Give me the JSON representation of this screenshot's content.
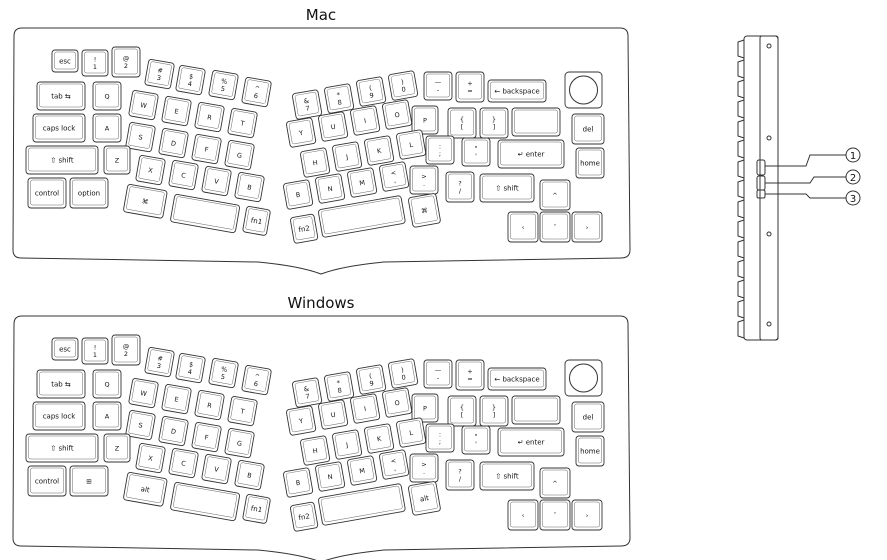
{
  "mac": {
    "title": "Mac",
    "rows": {
      "r1_left": [
        "esc",
        "!|1",
        "@|2",
        "#|3",
        "$|4",
        "%|5",
        "^|6"
      ],
      "r1_right": [
        "&|7",
        "*|8",
        "(|9",
        ")|0",
        "—|-",
        "+|=",
        "← backspace"
      ],
      "r2_left": [
        "tab ⇆",
        "Q",
        "W",
        "E",
        "R",
        "T"
      ],
      "r2_right": [
        "Y",
        "U",
        "I",
        "O",
        "P",
        "{|[",
        "}|]",
        "||\\"
      ],
      "r3_left": [
        "caps lock",
        "A",
        "S",
        "D",
        "F",
        "G"
      ],
      "r3_right": [
        "H",
        "J",
        "K",
        "L",
        ":|;",
        "\"|'",
        "↵ enter"
      ],
      "r4_left": [
        "⇧ shift",
        "Z",
        "X",
        "C",
        "V",
        "B"
      ],
      "r4_right": [
        "B",
        "N",
        "M",
        "<|,",
        ">|.",
        "?|/",
        "⇧ shift"
      ],
      "r5_left": [
        "control",
        "option",
        "⌘",
        "",
        "fn1"
      ],
      "r5_right": [
        "fn2",
        "",
        "⌘"
      ],
      "nav": [
        "del",
        "home",
        "^",
        "‹",
        "ˇ",
        "›"
      ]
    }
  },
  "windows": {
    "title": "Windows",
    "rows": {
      "r1_left": [
        "esc",
        "!|1",
        "@|2",
        "#|3",
        "$|4",
        "%|5",
        "^|6"
      ],
      "r1_right": [
        "&|7",
        "*|8",
        "(|9",
        ")|0",
        "—|-",
        "+|=",
        "← backspace"
      ],
      "r2_left": [
        "tab ⇆",
        "Q",
        "W",
        "E",
        "R",
        "T"
      ],
      "r2_right": [
        "Y",
        "U",
        "I",
        "O",
        "P",
        "{|[",
        "}|]",
        "||\\"
      ],
      "r3_left": [
        "caps lock",
        "A",
        "S",
        "D",
        "F",
        "G"
      ],
      "r3_right": [
        "H",
        "J",
        "K",
        "L",
        ":|;",
        "\"|'",
        "↵ enter"
      ],
      "r4_left": [
        "⇧ shift",
        "Z",
        "X",
        "C",
        "V",
        "B"
      ],
      "r4_right": [
        "B",
        "N",
        "M",
        "<|,",
        ">|.",
        "?|/",
        "⇧ shift"
      ],
      "r5_left": [
        "control",
        "⊞",
        "alt",
        "",
        "fn1"
      ],
      "r5_right": [
        "fn2",
        "",
        "alt"
      ],
      "nav": [
        "del",
        "home",
        "^",
        "‹",
        "ˇ",
        "›"
      ]
    }
  },
  "side_view": {
    "callouts": [
      "1",
      "2",
      "3"
    ]
  }
}
